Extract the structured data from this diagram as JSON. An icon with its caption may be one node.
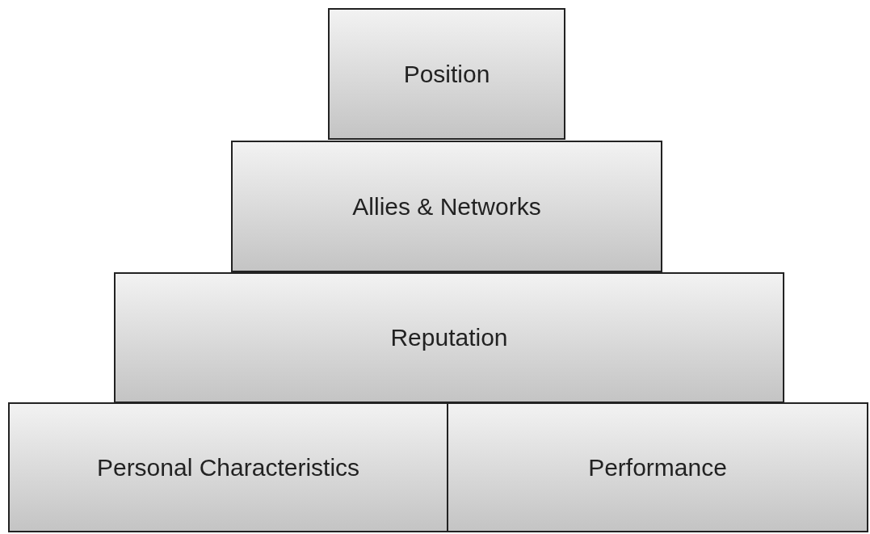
{
  "diagram": {
    "nodes": [
      {
        "text": [
          "Position"
        ]
      },
      {
        "text": [
          "Allies & Networks"
        ]
      },
      {
        "text": [
          "Reputation"
        ]
      },
      {
        "text": [
          "Personal Characteristics"
        ]
      },
      {
        "text": [
          "Performance"
        ]
      }
    ]
  }
}
